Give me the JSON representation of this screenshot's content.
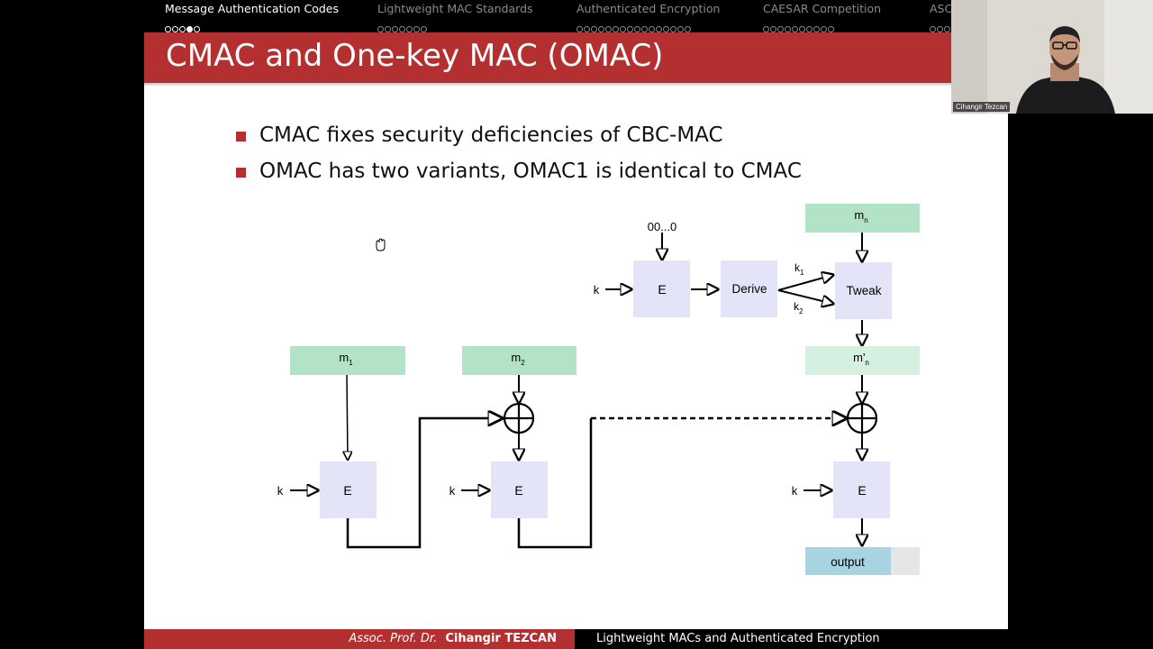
{
  "nav": {
    "sections": [
      {
        "label": "Message Authentication Codes",
        "dots": 5,
        "filled": 3,
        "active": true
      },
      {
        "label": "Lightweight MAC Standards",
        "dots": 7,
        "filled": -1,
        "active": false
      },
      {
        "label": "Authenticated Encryption",
        "dots": 16,
        "filled": -1,
        "active": false
      },
      {
        "label": "CAESAR Competition",
        "dots": 10,
        "filled": -1,
        "active": false
      },
      {
        "label": "ASC",
        "dots": 3,
        "filled": -1,
        "active": false
      }
    ]
  },
  "slide": {
    "title": "CMAC and One-key MAC (OMAC)",
    "bullets": [
      "CMAC fixes security deficiencies of CBC-MAC",
      "OMAC has two variants, OMAC1 is identical to CMAC"
    ]
  },
  "diagram": {
    "zeros": "00...0",
    "key": "k",
    "block_cipher": "E",
    "derive": "Derive",
    "tweak": "Tweak",
    "k1_base": "k",
    "k1_sub": "1",
    "k2_base": "k",
    "k2_sub": "2",
    "m1_base": "m",
    "m1_sub": "1",
    "m2_base": "m",
    "m2_sub": "2",
    "mn_base": "m",
    "mn_sub": "n",
    "mn_prime_base": "m'",
    "mn_prime_sub": "n",
    "output": "output"
  },
  "footer": {
    "author_title": "Assoc. Prof. Dr.",
    "author_name": "Cihangir TEZCAN",
    "course": "Lightweight MACs and Authenticated Encryption"
  },
  "webcam": {
    "name": "Cihangir Tezcan"
  },
  "colors": {
    "accent_red": "#b32f30",
    "message_green": "#b2e3c7",
    "message_green_light": "#d5efe0",
    "cipher_lavender": "#e3e4f8",
    "output_blue": "#a8d3e0"
  }
}
